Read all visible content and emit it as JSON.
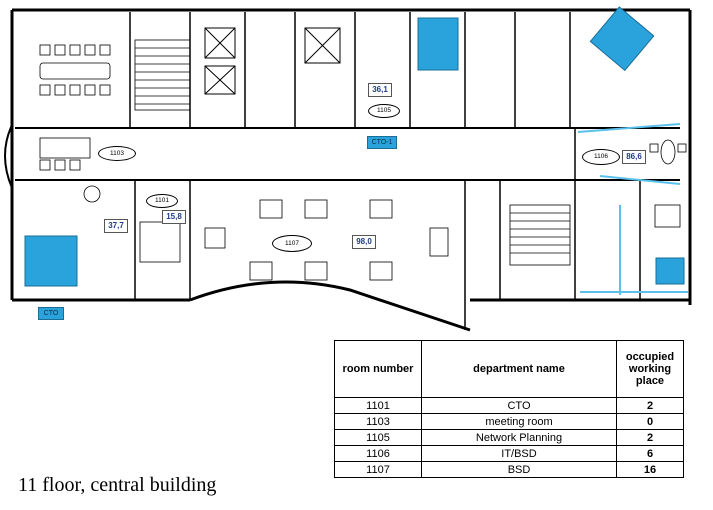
{
  "title": "11 floor, central building",
  "colors": {
    "accent": "#2aa3dc",
    "wall": "#000000",
    "partition": "#5bc0eb"
  },
  "rooms": [
    {
      "id": "1101",
      "label": "1101"
    },
    {
      "id": "1103",
      "label": "1103"
    },
    {
      "id": "1105",
      "label": "1105"
    },
    {
      "id": "1106",
      "label": "1106"
    },
    {
      "id": "1107",
      "label": "1107"
    }
  ],
  "areas": [
    "36,1",
    "86,6",
    "15,8",
    "37,7",
    "98,0"
  ],
  "tags": [
    "CTO-1",
    "CTO"
  ],
  "table": {
    "headers": [
      "room number",
      "department name",
      "occupied working place"
    ],
    "rows": [
      {
        "room": "1101",
        "dept": "CTO",
        "places": "2"
      },
      {
        "room": "1103",
        "dept": "meeting room",
        "places": "0"
      },
      {
        "room": "1105",
        "dept": "Network Planning",
        "places": "2"
      },
      {
        "room": "1106",
        "dept": "IT/BSD",
        "places": "6"
      },
      {
        "room": "1107",
        "dept": "BSD",
        "places": "16"
      }
    ]
  }
}
